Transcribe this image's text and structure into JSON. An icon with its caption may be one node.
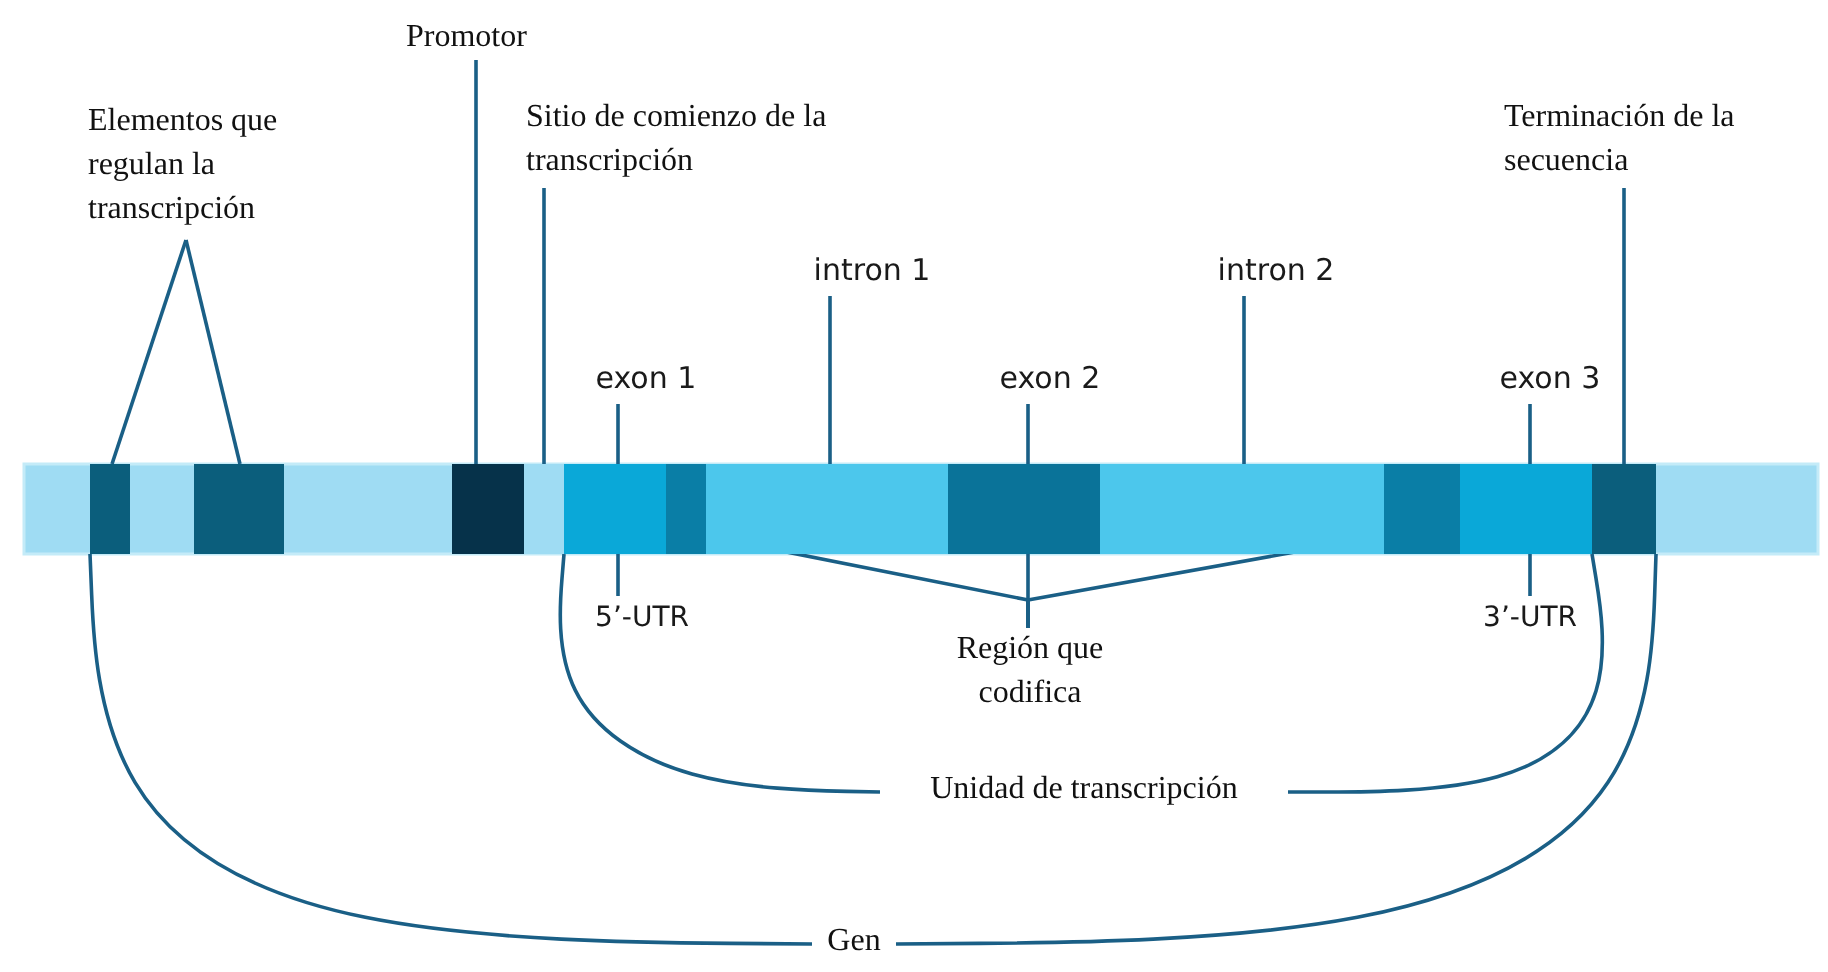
{
  "diagram": {
    "nodes": [
      {
        "text": [
          "Elementos que regulan la transcripción"
        ]
      },
      {
        "text": [
          "Promotor"
        ]
      },
      {
        "text": [
          "Sitio de comienzo de la transcripción"
        ]
      },
      {
        "text": [
          "Terminación de la secuencia"
        ]
      },
      {
        "text": [
          "intron 1"
        ]
      },
      {
        "text": [
          "intron 2"
        ]
      },
      {
        "text": [
          "exon 1"
        ]
      },
      {
        "text": [
          "exon 2"
        ]
      },
      {
        "text": [
          "exon 3"
        ]
      },
      {
        "text": [
          "5’-UTR"
        ]
      },
      {
        "text": [
          "3’-UTR"
        ]
      },
      {
        "text": [
          "Región que codifica"
        ]
      },
      {
        "text": [
          "Unidad de transcripción"
        ]
      },
      {
        "text": [
          "Gen"
        ]
      },
      {
        "text": [],
        "shape": "bar"
      },
      {
        "text": [],
        "shape": "bar"
      },
      {
        "text": [],
        "shape": "bar"
      },
      {
        "text": [],
        "shape": "bar"
      },
      {
        "text": [],
        "shape": "bar"
      },
      {
        "text": [],
        "shape": "bar"
      },
      {
        "text": [],
        "shape": "bar"
      },
      {
        "text": [],
        "shape": "bar"
      },
      {
        "text": [],
        "shape": "bar"
      },
      {
        "text": [],
        "shape": "bar"
      },
      {
        "text": [],
        "shape": "bar"
      },
      {
        "text": [],
        "shape": "bar"
      }
    ],
    "edges": [
      {
        "from": 0,
        "to": 14,
        "arrow": "none"
      },
      {
        "from": 0,
        "to": 15,
        "arrow": "none"
      },
      {
        "from": 1,
        "to": 16,
        "arrow": "none"
      },
      {
        "from": 2,
        "to": 17,
        "arrow": "none"
      },
      {
        "from": 3,
        "to": 25,
        "arrow": "none"
      },
      {
        "from": 4,
        "to": 20,
        "arrow": "none"
      },
      {
        "from": 5,
        "to": 22,
        "arrow": "none"
      },
      {
        "from": 6,
        "to": 18,
        "arrow": "none"
      },
      {
        "from": 9,
        "to": 18,
        "arrow": "none"
      },
      {
        "from": 7,
        "to": 21,
        "arrow": "none"
      },
      {
        "from": 8,
        "to": 24,
        "arrow": "none"
      },
      {
        "from": 10,
        "to": 24,
        "arrow": "none"
      },
      {
        "from": 11,
        "to": 19,
        "arrow": "none"
      },
      {
        "from": 11,
        "to": 21,
        "arrow": "none"
      },
      {
        "from": 11,
        "to": 23,
        "arrow": "none"
      },
      {
        "from": 12,
        "to": 18,
        "arrow": "none"
      },
      {
        "from": 12,
        "to": 24,
        "arrow": "none"
      },
      {
        "from": 13,
        "to": 14,
        "arrow": "none"
      },
      {
        "from": 13,
        "to": 25,
        "arrow": "none"
      }
    ]
  }
}
